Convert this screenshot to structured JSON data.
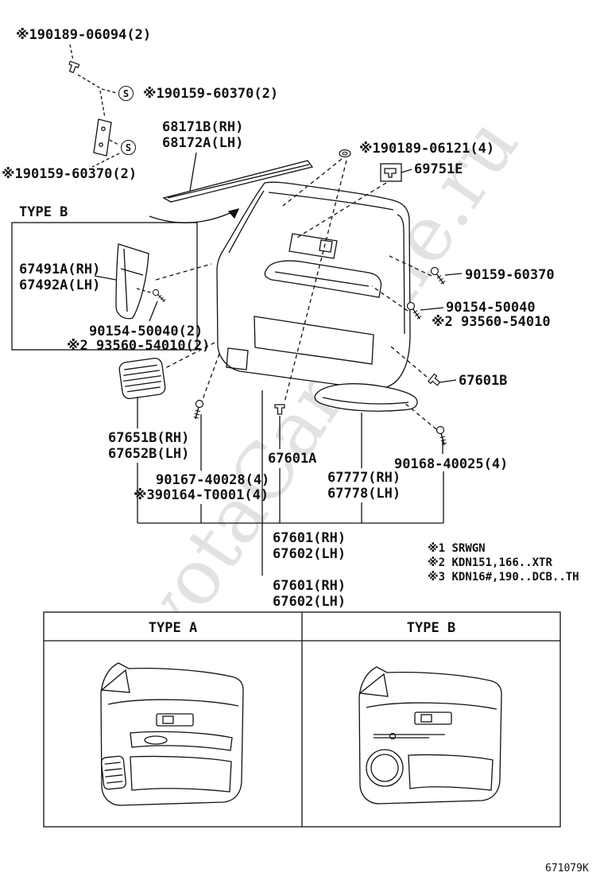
{
  "watermark": "ToyotaCarMine.ru",
  "doc_code": "671079K",
  "s_symbol": "S",
  "parts": {
    "p90189_06094": "※190189-06094(2)",
    "p90159_60370_top": "※190159-60370(2)",
    "p68171b": "68171B(RH)",
    "p68172a": "68172A(LH)",
    "p90189_06121": "※190189-06121(4)",
    "p69751e": "69751E",
    "p90159_60370_left": "※190159-60370(2)",
    "type_b_inset_title": "TYPE B",
    "p67491a": "67491A(RH)",
    "p67492a": "67492A(LH)",
    "p90154_50040_2": "90154-50040(2)",
    "p93560_54010_2": "※2 93560-54010(2)",
    "p90159_60370_right": "90159-60370",
    "p90154_50040": "90154-50040",
    "p93560_54010": "※2 93560-54010",
    "p67601b": "67601B",
    "p67651b": "67651B(RH)",
    "p67652b": "67652B(LH)",
    "p67601a": "67601A",
    "p90168_40025": "90168-40025(4)",
    "p90167_40028": "90167-40028(4)",
    "p90164_t0001": "※390164-T0001(4)",
    "p67777": "67777(RH)",
    "p67778": "67778(LH)",
    "p67601_rh": "67601(RH)",
    "p67602_lh": "67602(LH)",
    "p67601_rh_2": "67601(RH)",
    "p67602_lh_2": "67602(LH)"
  },
  "legend": {
    "note1": "※1 SRWGN",
    "note2": "※2 KDN151,166..XTR",
    "note3": "※3 KDN16#,190..DCB..TH"
  },
  "comparison": {
    "type_a": "TYPE A",
    "type_b": "TYPE B"
  }
}
